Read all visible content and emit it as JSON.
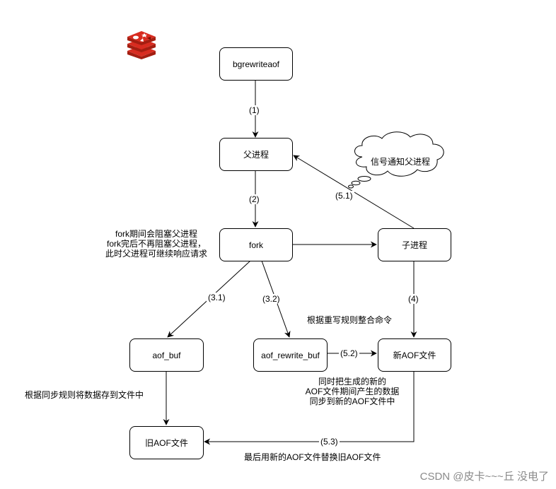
{
  "nodes": {
    "bgrewriteaof": "bgrewriteaof",
    "parent_process": "父进程",
    "fork": "fork",
    "child_process": "子进程",
    "aof_buf": "aof_buf",
    "aof_rewrite_buf": "aof_rewrite_buf",
    "new_aof_file": "新AOF文件",
    "old_aof_file": "旧AOF文件"
  },
  "edge_labels": {
    "step1": "(1)",
    "step2": "(2)",
    "step3_1": "(3.1)",
    "step3_2": "(3.2)",
    "step4": "(4)",
    "step5_1": "(5.1)",
    "step5_2": "(5.2)",
    "step5_3": "(5.3)"
  },
  "cloud": {
    "text": "信号通知父进程"
  },
  "notes": {
    "fork_note": [
      "fork期间会阻塞父进程",
      "fork完后不再阻塞父进程，",
      "此时父进程可继续响应请求"
    ],
    "rewrite_rule": "根据重写规则整合命令",
    "sync_rule": "根据同步规则将数据存到文件中",
    "sync_new": [
      "同时把生成的新的",
      "AOF文件期间产生的数据",
      "同步到新的AOF文件中"
    ],
    "replace": "最后用新的AOF文件替换旧AOF文件"
  },
  "logo": {
    "name": "redis-logo",
    "color": "#d82c20"
  },
  "watermark": "CSDN @皮卡~~~丘 没电了"
}
